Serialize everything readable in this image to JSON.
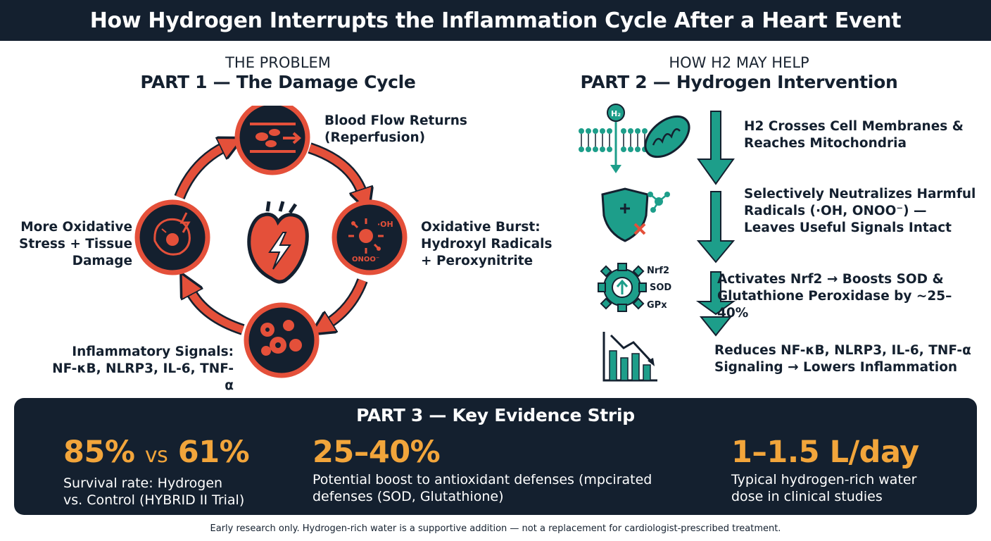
{
  "title": "How Hydrogen Interrupts the Inflammation Cycle After a Heart Event",
  "part1": {
    "kicker": "THE PROBLEM",
    "heading": "PART 1 — The Damage Cycle",
    "nodes": {
      "top": {
        "line1": "Blood Flow Returns",
        "line2": "(Reperfusion)",
        "icon": "blood-cells-icon"
      },
      "right": {
        "line1": "Oxidative Burst:",
        "line2": "Hydroxyl Radicals",
        "line3": "+ Peroxynitrite",
        "icon": "radicals-icon",
        "icon_text_oh": "·OH",
        "icon_text_onoo": "ONOO⁻"
      },
      "bottom": {
        "line1": "Inflammatory Signals:",
        "line2": "NF-κB, NLRP3, IL-6, TNF-α",
        "icon": "inflammatory-cells-icon"
      },
      "left": {
        "line1": "More Oxidative",
        "line2": "Stress + Tissue",
        "line3": "Damage",
        "icon": "damaged-cell-icon"
      }
    },
    "center_icon": "heart-lightning-icon"
  },
  "part2": {
    "kicker": "HOW H2 MAY HELP",
    "heading": "PART 2 — Hydrogen Intervention",
    "h2_label": "H₂",
    "gear_labels": [
      "Nrf2",
      "SOD",
      "GPx"
    ],
    "steps": [
      {
        "line1": "H2 Crosses Cell Membranes &",
        "line2": "Reaches Mitochondria",
        "icon": "membrane-mitochondria-icon"
      },
      {
        "line1": "Selectively Neutralizes Harmful",
        "line2": "Radicals (·OH, ONOO⁻) —",
        "line3": "Leaves Useful Signals Intact",
        "icon": "shield-molecule-icon"
      },
      {
        "line1": "Activates Nrf2  → Boosts SOD &",
        "line2": "Glutathione Peroxidase by ~25–40%",
        "icon": "gear-icon"
      },
      {
        "line1": "Reduces NF-κB, NLRP3, IL-6, TNF-α",
        "line2": "Signaling → Lowers Inflammation",
        "icon": "declining-bar-chart-icon"
      }
    ]
  },
  "part3": {
    "heading": "PART 3 — Key Evidence Strip",
    "stats": [
      {
        "value_a": "85%",
        "vs": "vs",
        "value_b": "61%",
        "line1": "Survival rate: Hydrogen",
        "line2": "vs. Control (HYBRID II Trial)"
      },
      {
        "value": "25–40%",
        "line1": "Potential boost to antioxidant defenses (mpcirated",
        "line2": "defenses (SOD, Glutathione)"
      },
      {
        "value": "1–1.5 L/day",
        "line1": "Typical hydrogen-rich water",
        "line2": "dose in clinical studies"
      }
    ]
  },
  "footnote": "Early research only. Hydrogen-rich water is a supportive addition — not a replacement for cardiologist-prescribed treatment.",
  "colors": {
    "navy": "#14202f",
    "coral": "#e4503a",
    "teal": "#1d9e8a",
    "amber": "#f2a53b"
  }
}
